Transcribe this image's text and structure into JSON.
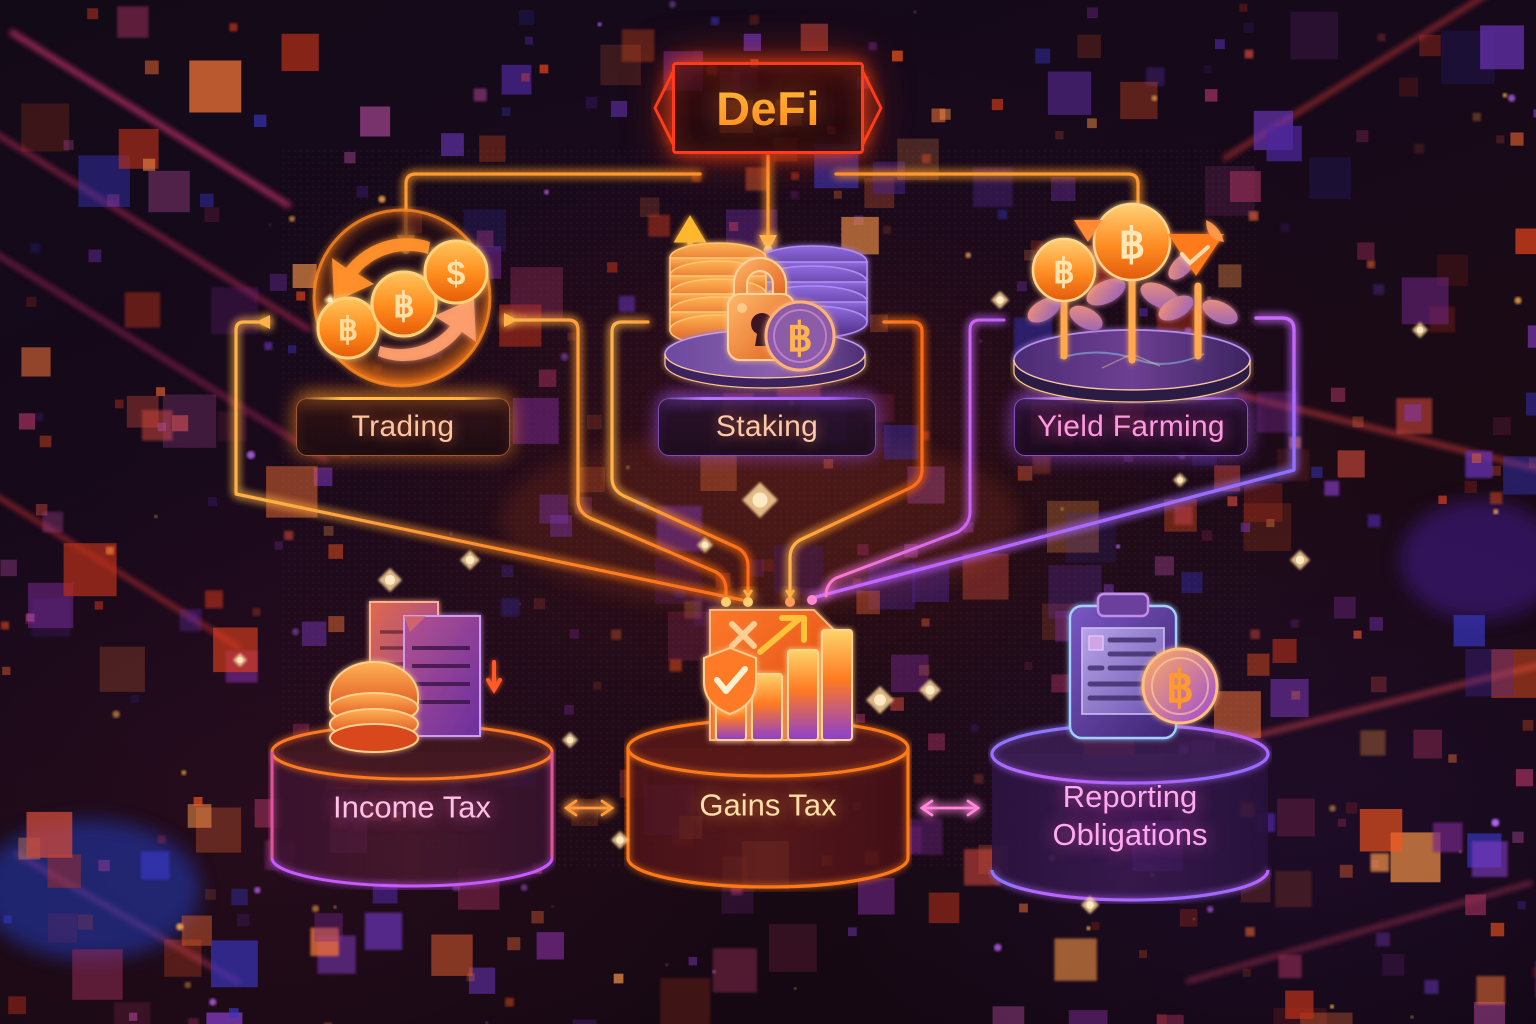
{
  "diagram": {
    "root": {
      "label": "DeFi",
      "shape": "hex-banner",
      "color": "#ff3c1a"
    },
    "branches": [
      {
        "id": "trading",
        "label": "Trading",
        "icon": "exchange-coins-icon",
        "accent": "#ffb23a"
      },
      {
        "id": "staking",
        "label": "Staking",
        "icon": "lock-coin-stack-icon",
        "accent": "#a35cf5"
      },
      {
        "id": "yield-farming",
        "label": "Yield Farming",
        "icon": "growing-plants-coins-icon",
        "accent": "#b066ff"
      }
    ],
    "outcomes": [
      {
        "id": "income-tax",
        "label": "Income Tax",
        "icon": "documents-coin-stack-icon",
        "accent": "#ff5a2a",
        "accent2": "#b060ff"
      },
      {
        "id": "gains-tax",
        "label": "Gains Tax",
        "icon": "bar-chart-shield-icon",
        "accent": "#ff7a20"
      },
      {
        "id": "reporting-obligations",
        "label": "Reporting\nObligations",
        "icon": "clipboard-bitcoin-icon",
        "accent": "#9a6cff"
      }
    ],
    "connections": [
      {
        "from": "DeFi",
        "to": "Trading",
        "style": "elbow-arrow"
      },
      {
        "from": "DeFi",
        "to": "Staking",
        "style": "elbow-arrow"
      },
      {
        "from": "DeFi",
        "to": "Yield Farming",
        "style": "elbow-arrow"
      },
      {
        "from": "Trading",
        "to": "Gains Tax",
        "style": "routed-arrow"
      },
      {
        "from": "Staking",
        "to": "Gains Tax",
        "style": "routed-arrow"
      },
      {
        "from": "Yield Farming",
        "to": "Gains Tax",
        "style": "routed-arrow"
      },
      {
        "from": "Income Tax",
        "to": "Gains Tax",
        "style": "bidirectional-arrow"
      },
      {
        "from": "Gains Tax",
        "to": "Reporting Obligations",
        "style": "bidirectional-arrow"
      }
    ]
  },
  "theme": {
    "background": "#120814",
    "orange": "#ff8a1e",
    "red": "#ff3c1a",
    "purple": "#a35cf5",
    "pink": "#ff6ad0",
    "gold": "#ffc24d"
  }
}
